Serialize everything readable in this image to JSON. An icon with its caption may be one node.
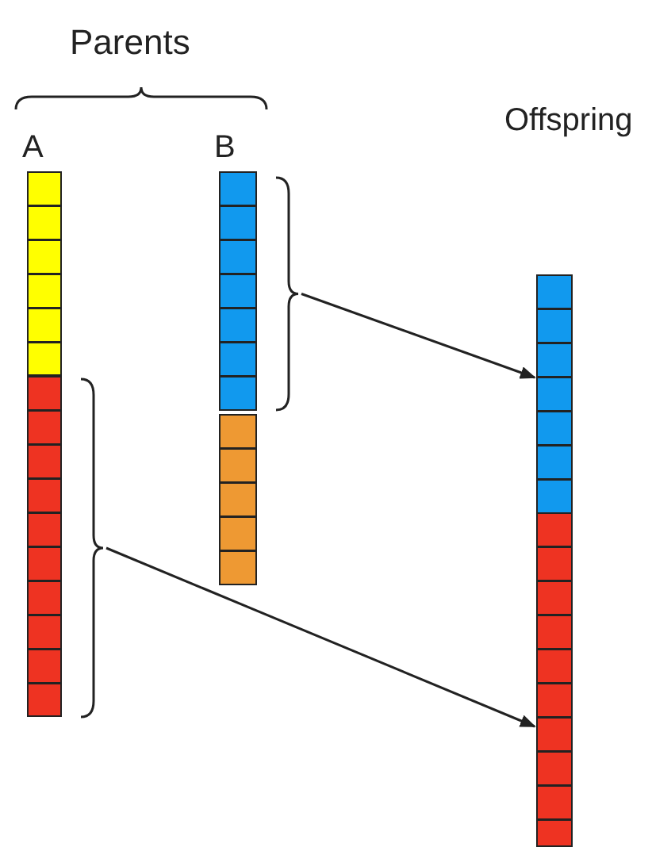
{
  "diagram": {
    "nodes": [
      {
        "text": [
          "A"
        ]
      },
      {
        "text": [
          "B"
        ]
      },
      {
        "text": [
          "Offspring"
        ]
      },
      {
        "text": [],
        "shape": "bar",
        "in": 0
      },
      {
        "text": [],
        "shape": "bar",
        "in": 0
      },
      {
        "text": [],
        "shape": "bar",
        "in": 1
      },
      {
        "text": [],
        "shape": "bar",
        "in": 1
      },
      {
        "text": [],
        "shape": "bar",
        "in": 2
      },
      {
        "text": [],
        "shape": "bar",
        "in": 2
      }
    ],
    "edges": [
      {
        "from": 5,
        "to": 7,
        "arrow": "to"
      },
      {
        "from": 4,
        "to": 8,
        "arrow": "to"
      }
    ],
    "labels": [
      "Parents"
    ]
  }
}
